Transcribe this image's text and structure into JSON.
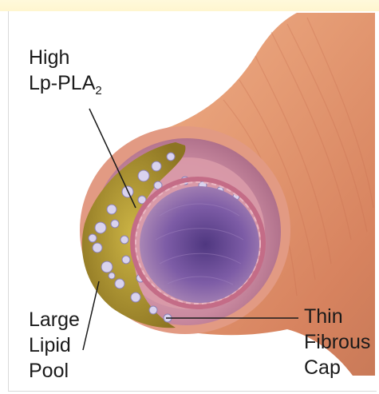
{
  "labels": {
    "high_lp_pla2": {
      "line1": "High",
      "line2_main": "Lp-PLA",
      "line2_sub": "2"
    },
    "large_lipid_pool": {
      "line1": "Large",
      "line2": "Lipid",
      "line3": "Pool"
    },
    "thin_fibrous_cap": {
      "line1": "Thin",
      "line2": "Fibrous",
      "line3": "Cap"
    }
  },
  "colors": {
    "artery_outer": "#e9a27f",
    "artery_inner_wall": "#c98a9c",
    "lumen": "#7b5a9e",
    "plaque": "#b59a2e",
    "leader_line": "#1a1a1a"
  }
}
